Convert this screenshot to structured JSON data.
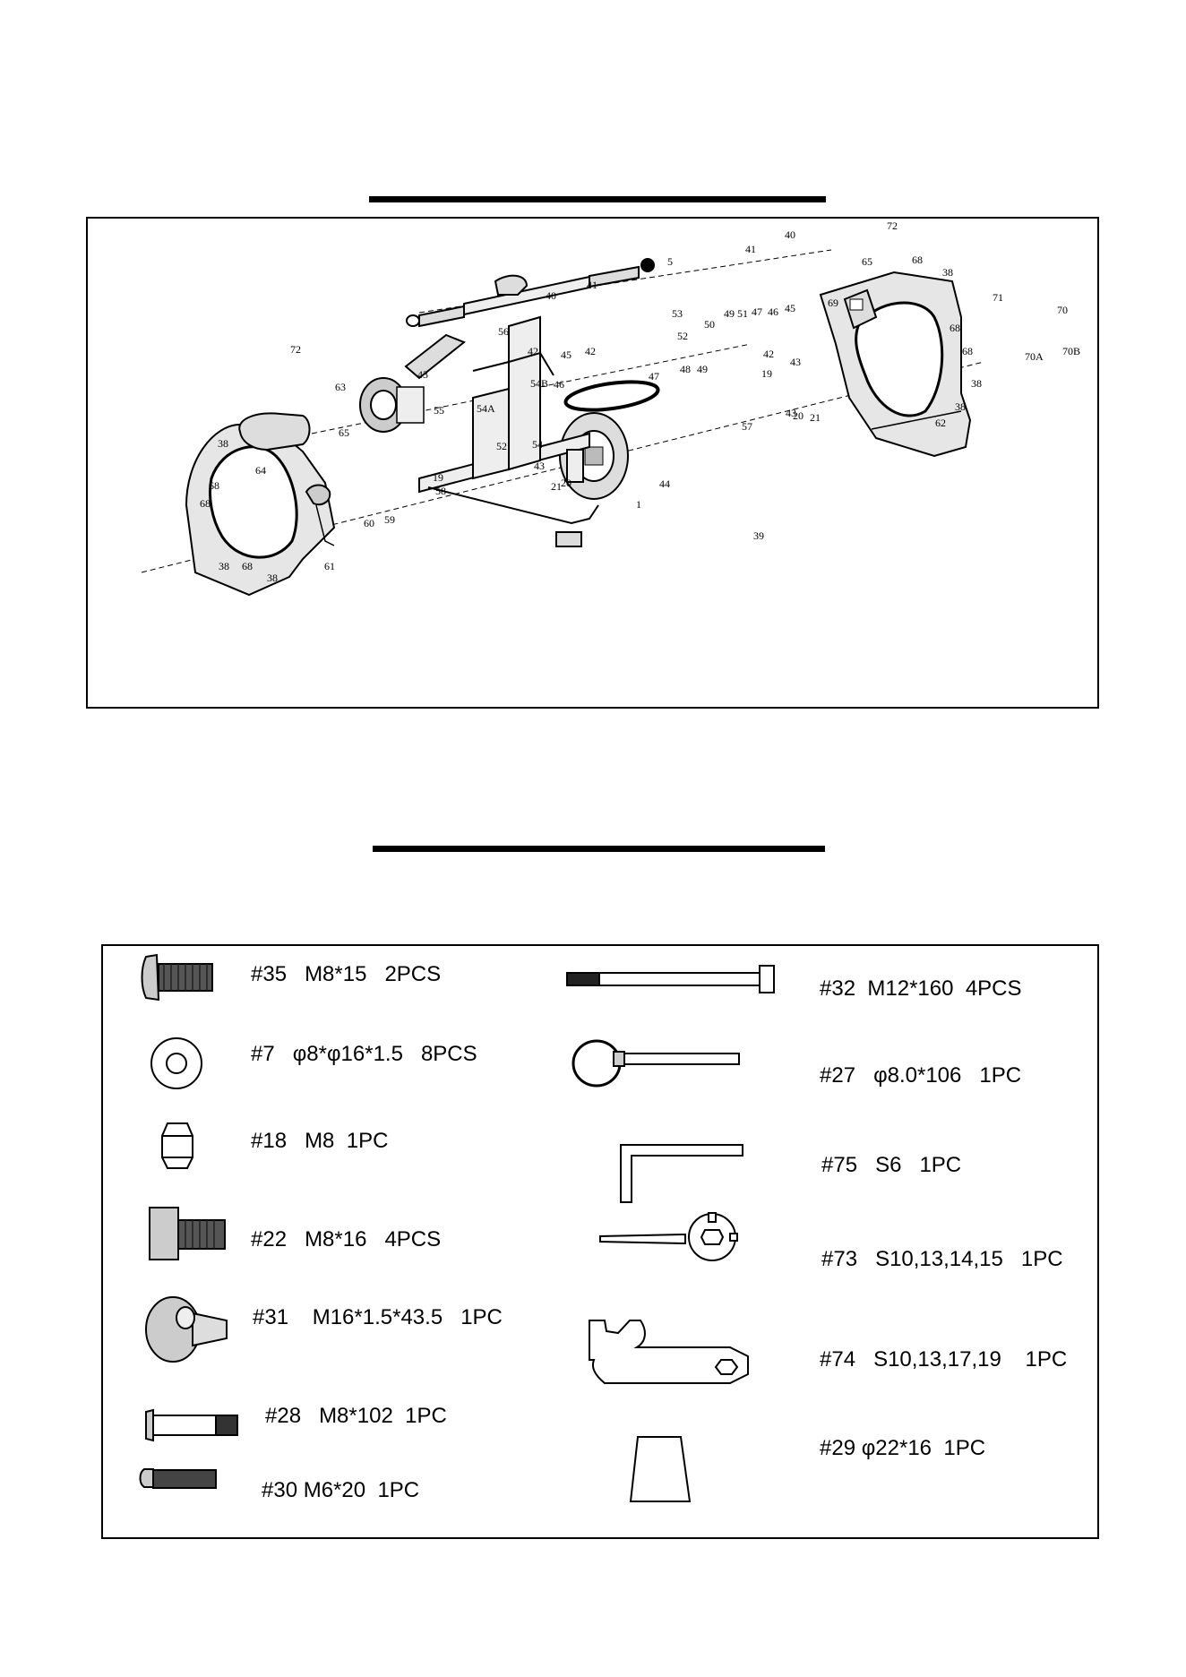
{
  "exploded_view": {
    "part_labels": [
      "72",
      "65",
      "68",
      "38",
      "68",
      "69",
      "71",
      "70",
      "70A",
      "70B",
      "68",
      "38",
      "38",
      "62",
      "40",
      "41",
      "5",
      "41",
      "40",
      "53",
      "52",
      "50",
      "49",
      "51",
      "47",
      "46",
      "45",
      "49",
      "48",
      "47",
      "56",
      "42",
      "43",
      "55",
      "54A",
      "54B",
      "46",
      "45",
      "42",
      "43",
      "19",
      "20",
      "21",
      "42",
      "20",
      "21",
      "57",
      "44",
      "43",
      "52",
      "54",
      "72",
      "63",
      "65",
      "38",
      "68",
      "64",
      "68",
      "59",
      "60",
      "58",
      "1",
      "39",
      "38",
      "68",
      "38",
      "61",
      "19",
      "43"
    ]
  },
  "hardware": {
    "left": [
      {
        "id": "#35",
        "spec": "M8*15",
        "qty": "2PCS",
        "icon": "round-head-bolt-icon"
      },
      {
        "id": "#7",
        "spec": "φ8*φ16*1.5",
        "qty": "8PCS",
        "icon": "washer-icon"
      },
      {
        "id": "#18",
        "spec": "M8",
        "qty": "1PC",
        "icon": "nut-icon"
      },
      {
        "id": "#22",
        "spec": "M8*16",
        "qty": "4PCS",
        "icon": "hex-bolt-icon"
      },
      {
        "id": "#31",
        "spec": "M16*1.5*43.5",
        "qty": "1PC",
        "icon": "knob-icon"
      },
      {
        "id": "#28",
        "spec": "M8*102",
        "qty": "1PC",
        "icon": "long-bolt-icon"
      },
      {
        "id": "#30",
        "spec": "M6*20",
        "qty": "1PC",
        "icon": "screw-icon"
      }
    ],
    "right": [
      {
        "id": "#32",
        "spec": "M12*160",
        "qty": "4PCS",
        "icon": "long-hex-bolt-icon"
      },
      {
        "id": "#27",
        "spec": "φ8.0*106",
        "qty": "1PC",
        "icon": "pull-pin-icon"
      },
      {
        "id": "#75",
        "spec": "S6",
        "qty": "1PC",
        "icon": "allen-key-icon"
      },
      {
        "id": "#73",
        "spec": "S10,13,14,15",
        "qty": "1PC",
        "icon": "multi-tool-icon"
      },
      {
        "id": "#74",
        "spec": "S10,13,17,19",
        "qty": "1PC",
        "icon": "spanner-icon"
      },
      {
        "id": "#29",
        "spec": "φ22*16",
        "qty": "1PC",
        "icon": "end-cap-icon"
      }
    ]
  },
  "colors": {
    "ink": "#000000",
    "paper": "#ffffff",
    "gray": "#cfcfcf"
  }
}
